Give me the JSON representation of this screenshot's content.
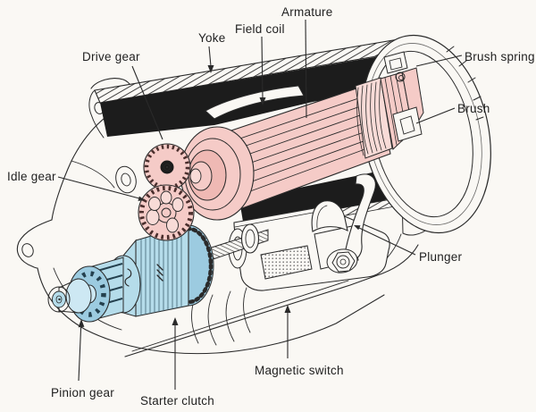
{
  "labels": {
    "armature": "Armature",
    "field_coil": "Field coil",
    "yoke": "Yoke",
    "drive_gear": "Drive gear",
    "idle_gear": "Idle gear",
    "brush_spring": "Brush spring",
    "brush": "Brush",
    "plunger": "Plunger",
    "magnetic_switch": "Magnetic switch",
    "pinion_gear": "Pinion gear",
    "starter_clutch": "Starter clutch"
  },
  "colors": {
    "paper": "#faf8f4",
    "line": "#2a2a2a",
    "label": "#1f1f1f",
    "armature_pink": "#f5cbc7",
    "armature_pink_light": "#f8dbd7",
    "armature_pink_deep": "#efb9b4",
    "clutch_blue": "#b5dcea",
    "clutch_blue_light": "#cde8f3",
    "clutch_blue_deep": "#9ccbe0",
    "coil_black": "#1c1c1c"
  }
}
